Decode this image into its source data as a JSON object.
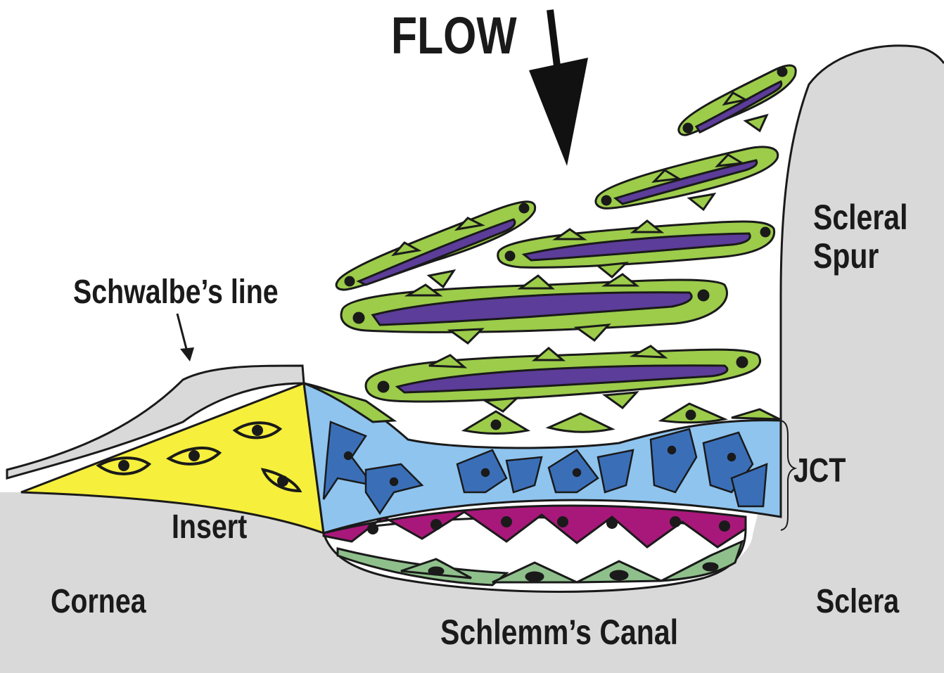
{
  "labels": {
    "flow": "FLOW",
    "schwalbes_line": "Schwalbe’s line",
    "scleral_spur_line1": "Scleral",
    "scleral_spur_line2": "Spur",
    "jct": "JCT",
    "insert": "Insert",
    "cornea": "Cornea",
    "sclera": "Sclera",
    "schlemms_canal": "Schlemm’s Canal"
  },
  "colors": {
    "tissue_gray": "#d9d9d9",
    "outline": "#1a1a1a",
    "insert_yellow": "#f6ef3c",
    "jct_light_blue": "#8fc4ee",
    "jct_cell_blue": "#3a6fb8",
    "trabecular_green": "#9ccc4a",
    "beam_purple": "#5c3d99",
    "inner_wall_magenta": "#a8187a",
    "canal_cell_green": "#8fc08c"
  }
}
